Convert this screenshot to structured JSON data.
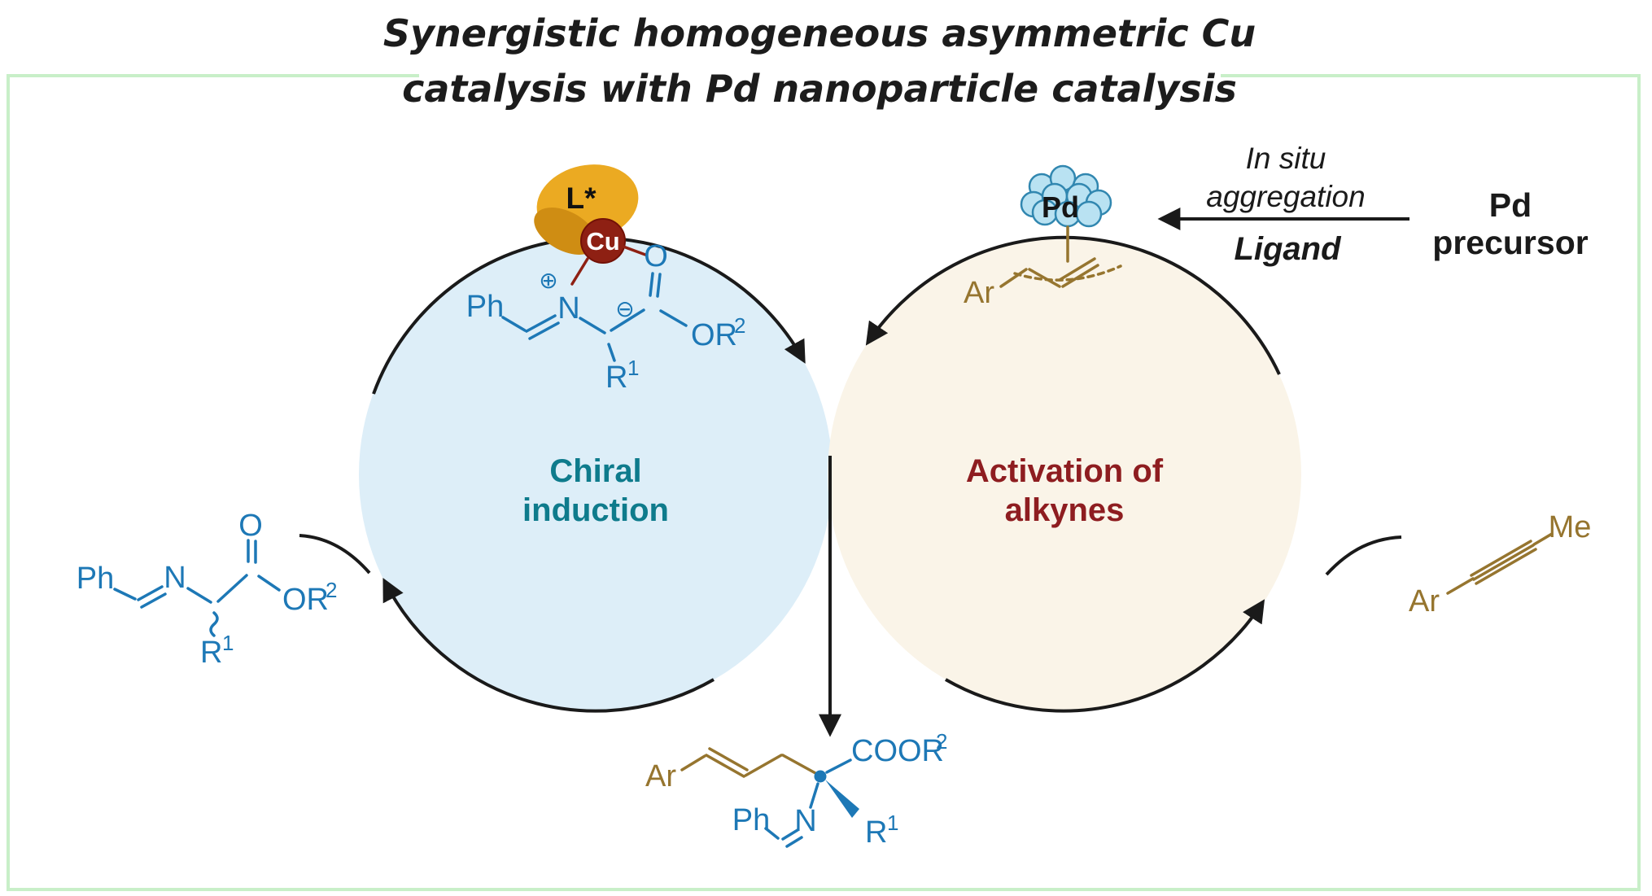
{
  "title": {
    "line1": "Synergistic homogeneous asymmetric Cu",
    "line2": "catalysis with Pd nanoparticle catalysis"
  },
  "annotations": {
    "in_situ_line1": "In situ",
    "in_situ_line2": "aggregation",
    "ligand": "Ligand",
    "pd_precursor_line1": "Pd",
    "pd_precursor_line2": "precursor"
  },
  "left_cycle": {
    "label_line1": "Chiral",
    "label_line2": "induction"
  },
  "right_cycle": {
    "label_line1": "Activation of",
    "label_line2": "alkynes"
  },
  "cu_complex": {
    "ligand": "L*",
    "metal": "Cu",
    "ph": "Ph",
    "n": "N",
    "plus": "⊕",
    "minus": "⊖",
    "o": "O",
    "or": "OR",
    "or_sup": "2",
    "r": "R",
    "r_sup": "1"
  },
  "substrate": {
    "ph": "Ph",
    "n": "N",
    "o": "O",
    "or": "OR",
    "or_sup": "2",
    "r": "R",
    "r_sup": "1"
  },
  "pd_species": {
    "pd": "Pd",
    "ar": "Ar"
  },
  "alkyne": {
    "ar": "Ar",
    "me": "Me"
  },
  "product": {
    "ar": "Ar",
    "coor": "COOR",
    "coor_sup": "2",
    "n": "N",
    "ph": "Ph",
    "r": "R",
    "r_sup": "1"
  },
  "colors": {
    "left_circle_fill": "#ddeef8",
    "right_circle_fill": "#faf4e8",
    "structure_blue": "#1d78b6",
    "structure_brown": "#96752f",
    "chiral_label_teal": "#0e7b8c",
    "activation_label_red": "#8e1d20",
    "ligand_orange": "#ebaa22",
    "cu_maroon": "#8e2013",
    "pd_sphere_blue": "#b9e2f2",
    "border_green": "#c8efc8",
    "arrow_black": "#1a1a1a"
  }
}
